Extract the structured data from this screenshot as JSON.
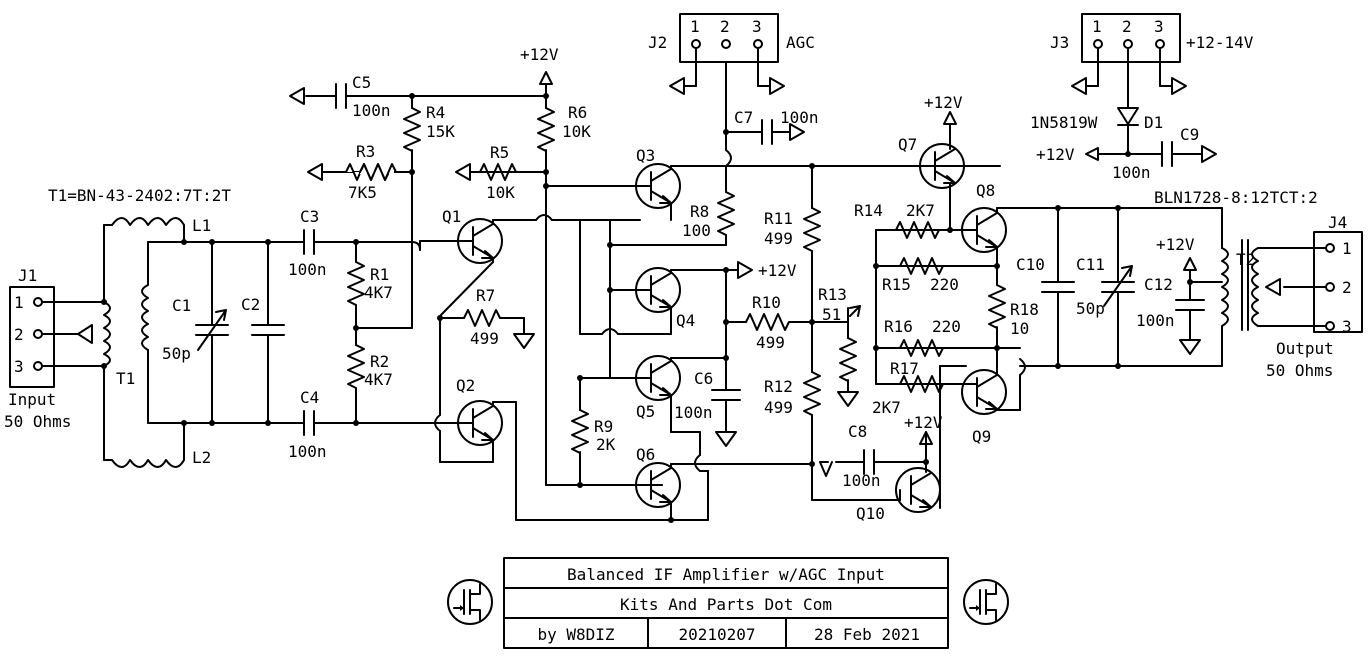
{
  "connectors": {
    "j1": {
      "ref": "J1",
      "pins": [
        "1",
        "2",
        "3"
      ],
      "label_line1": "Input",
      "label_line2": "50 Ohms"
    },
    "j2": {
      "ref": "J2",
      "pins": [
        "1",
        "2",
        "3"
      ],
      "label": "AGC"
    },
    "j3": {
      "ref": "J3",
      "pins": [
        "1",
        "2",
        "3"
      ],
      "label": "+12-14V"
    },
    "j4": {
      "ref": "J4",
      "pins": [
        "1",
        "2",
        "3"
      ],
      "label_line1": "Output",
      "label_line2": "50 Ohms"
    }
  },
  "transformers": {
    "t1_spec": "T1=BN-43-2402:7T:2T",
    "t1": "T1",
    "l1": "L1",
    "l2": "L2",
    "t2_spec": "BLN1728-8:12TCT:2",
    "t2": "T2"
  },
  "resistors": [
    {
      "ref": "R1",
      "value": "4K7"
    },
    {
      "ref": "R2",
      "value": "4K7"
    },
    {
      "ref": "R3",
      "value": "7K5"
    },
    {
      "ref": "R4",
      "value": "15K"
    },
    {
      "ref": "R5",
      "value": "10K"
    },
    {
      "ref": "R6",
      "value": "10K"
    },
    {
      "ref": "R7",
      "value": "499"
    },
    {
      "ref": "R8",
      "value": "100"
    },
    {
      "ref": "R9",
      "value": "2K"
    },
    {
      "ref": "R10",
      "value": "499"
    },
    {
      "ref": "R11",
      "value": "499"
    },
    {
      "ref": "R12",
      "value": "499"
    },
    {
      "ref": "R13",
      "value": "51"
    },
    {
      "ref": "R14",
      "value": "2K7"
    },
    {
      "ref": "R15",
      "value": "220"
    },
    {
      "ref": "R16",
      "value": "220"
    },
    {
      "ref": "R17",
      "value": "2K7"
    },
    {
      "ref": "R18",
      "value": "10"
    }
  ],
  "capacitors": [
    {
      "ref": "C1",
      "value": "50p"
    },
    {
      "ref": "C2",
      "value": ""
    },
    {
      "ref": "C3",
      "value": "100n"
    },
    {
      "ref": "C4",
      "value": "100n"
    },
    {
      "ref": "C5",
      "value": "100n"
    },
    {
      "ref": "C6",
      "value": "100n"
    },
    {
      "ref": "C7",
      "value": "100n"
    },
    {
      "ref": "C8",
      "value": "100n"
    },
    {
      "ref": "C9",
      "value": "100n"
    },
    {
      "ref": "C10",
      "value": ""
    },
    {
      "ref": "C11",
      "value": "50p"
    },
    {
      "ref": "C12",
      "value": "100n"
    }
  ],
  "transistors": [
    "Q1",
    "Q2",
    "Q3",
    "Q4",
    "Q5",
    "Q6",
    "Q7",
    "Q8",
    "Q9",
    "Q10"
  ],
  "diode": {
    "ref": "D1",
    "part": "1N5819W"
  },
  "rails": {
    "plus12": "+12V"
  },
  "title_block": {
    "title": "Balanced IF Amplifier w/AGC Input",
    "company": "Kits And Parts Dot Com",
    "author": "by W8DIZ",
    "part_number": "20210207",
    "date": "28 Feb 2021"
  }
}
